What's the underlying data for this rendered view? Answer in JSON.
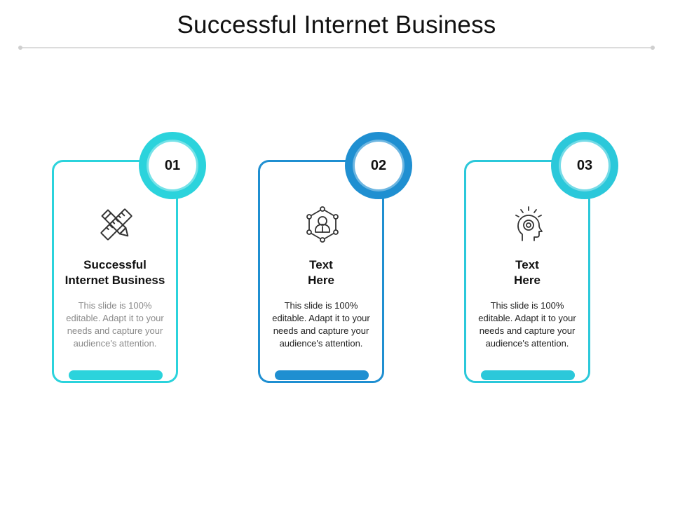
{
  "slide": {
    "title": "Successful Internet Business"
  },
  "colors": {
    "card1": "#2bd3dc",
    "card2": "#1f8fd1",
    "card3": "#2bc8da",
    "body_text_muted": "#8a8a8a",
    "body_text": "#222222"
  },
  "cards": [
    {
      "number": "01",
      "icon": "pencil-ruler-icon",
      "heading_lines": [
        "Successful",
        "Internet Business"
      ],
      "body": "This slide is 100% editable. Adapt it to your needs and capture your audience's attention."
    },
    {
      "number": "02",
      "icon": "user-network-icon",
      "heading_lines": [
        "Text",
        "Here"
      ],
      "body": "This slide is 100% editable. Adapt it to your needs and capture your audience's attention."
    },
    {
      "number": "03",
      "icon": "idea-head-icon",
      "heading_lines": [
        "Text",
        "Here"
      ],
      "body": "This slide is 100% editable. Adapt it to your needs and capture your audience's attention."
    }
  ]
}
